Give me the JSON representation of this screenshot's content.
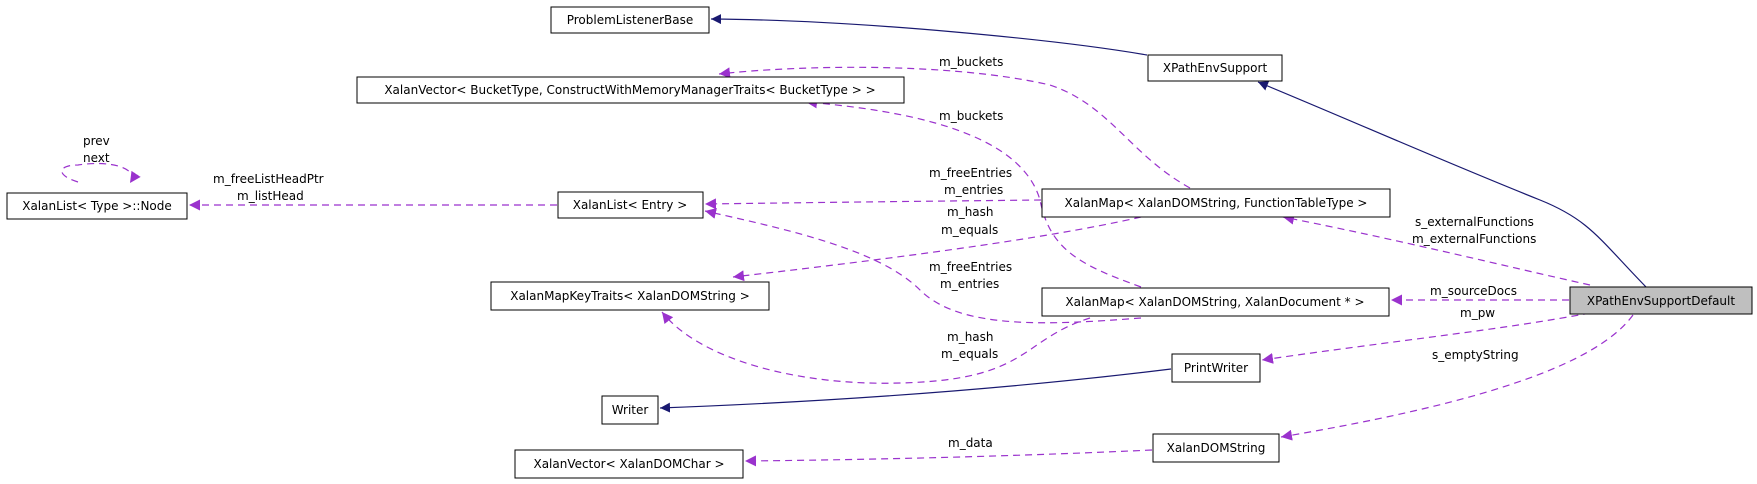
{
  "diagram": {
    "nodes": {
      "problemListenerBase": "ProblemListenerBase",
      "xpathEnvSupport": "XPathEnvSupport",
      "xalanVectorBucket": "XalanVector< BucketType, ConstructWithMemoryManagerTraits< BucketType > >",
      "xalanListNode": "XalanList< Type >::Node",
      "xalanListEntry": "XalanList< Entry >",
      "xalanMapFunctionTable": "XalanMap< XalanDOMString, FunctionTableType >",
      "xalanMapKeyTraits": "XalanMapKeyTraits< XalanDOMString >",
      "xalanMapDocument": "XalanMap< XalanDOMString, XalanDocument * >",
      "xpathEnvSupportDefault": "XPathEnvSupportDefault",
      "printWriter": "PrintWriter",
      "writer": "Writer",
      "xalanDOMString": "XalanDOMString",
      "xalanVectorChar": "XalanVector< XalanDOMChar >"
    },
    "labels": {
      "prev": "prev",
      "next": "next",
      "freeListHeadPtr": "m_freeListHeadPtr",
      "listHead": "m_listHead",
      "bucketsTop": "m_buckets",
      "bucketsMid": "m_buckets",
      "freeEntriesTop": "m_freeEntries",
      "entriesTop": "m_entries",
      "hashTop": "m_hash",
      "equalsTop": "m_equals",
      "freeEntriesMid": "m_freeEntries",
      "entriesMid": "m_entries",
      "hashBottom": "m_hash",
      "equalsBottom": "m_equals",
      "sExternalFunctions": "s_externalFunctions",
      "mExternalFunctions": "m_externalFunctions",
      "sourceDocs": "m_sourceDocs",
      "pw": "m_pw",
      "emptyString": "s_emptyString",
      "data": "m_data"
    },
    "colors": {
      "inheritance": "#191970",
      "usage": "#9a32cd",
      "highlight": "#bfbfbf"
    }
  }
}
